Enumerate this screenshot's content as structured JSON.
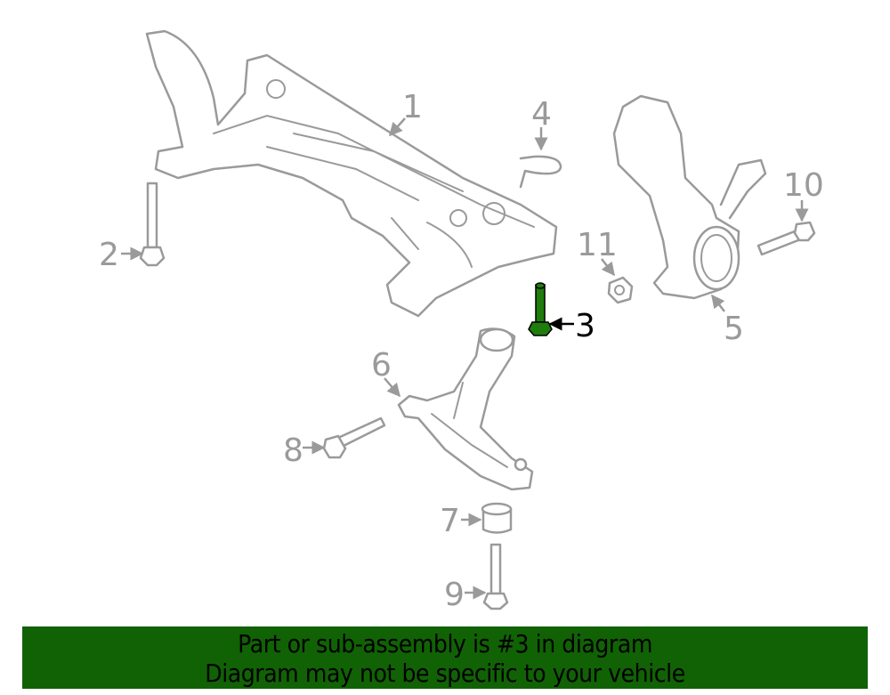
{
  "diagram": {
    "selected_part": "3",
    "highlight_color": "#1e7d0b",
    "callouts": [
      {
        "id": "1",
        "label": "1"
      },
      {
        "id": "2",
        "label": "2"
      },
      {
        "id": "3",
        "label": "3"
      },
      {
        "id": "4",
        "label": "4"
      },
      {
        "id": "5",
        "label": "5"
      },
      {
        "id": "6",
        "label": "6"
      },
      {
        "id": "7",
        "label": "7"
      },
      {
        "id": "8",
        "label": "8"
      },
      {
        "id": "9",
        "label": "9"
      },
      {
        "id": "10",
        "label": "10"
      },
      {
        "id": "11",
        "label": "11"
      }
    ]
  },
  "banner": {
    "line1": "Part or sub-assembly is #3 in diagram",
    "line2": "Diagram may not be specific to your vehicle",
    "color": "#116205"
  }
}
